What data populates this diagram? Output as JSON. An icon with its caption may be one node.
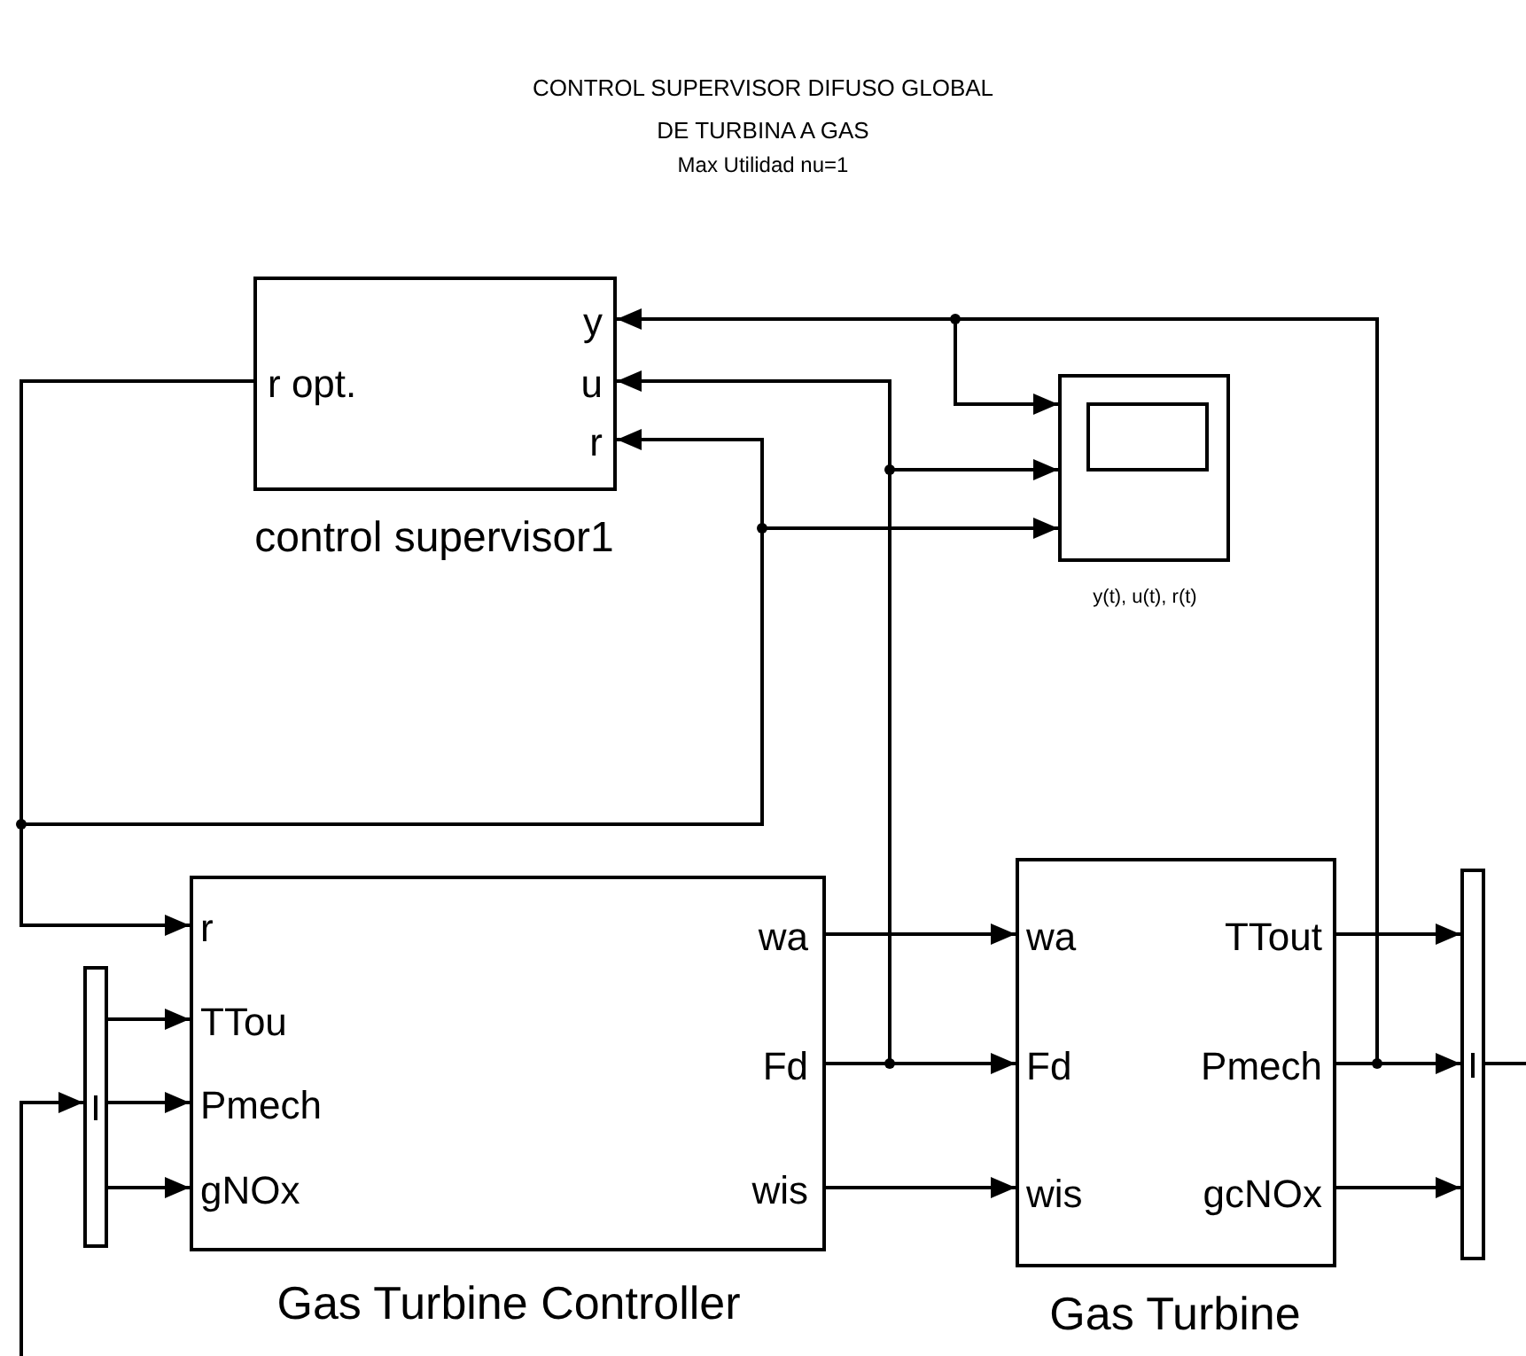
{
  "diagram": {
    "title": "CONTROL SUPERVISOR DIFUSO GLOBAL DE TURBINA A GAS",
    "nodes": [
      {
        "text": [
          "y",
          "u",
          "r",
          "r opt."
        ],
        "beside": [
          "control supervisor1"
        ]
      },
      {
        "text": [],
        "shape": "box",
        "beside": [
          "y(t), u(t), r(t)"
        ]
      },
      {
        "text": [],
        "shape": "bar"
      },
      {
        "text": [
          "r",
          "TTou",
          "Pmech",
          "gNOx",
          "wa",
          "Fd",
          "wis"
        ],
        "beside": [
          "Gas Turbine  Controller"
        ]
      },
      {
        "text": [
          "wa",
          "TTout",
          "Fd",
          "Pmech",
          "wis",
          "gcNOx"
        ],
        "beside": [
          "Gas Turbine"
        ]
      },
      {
        "text": [],
        "shape": "bar"
      }
    ],
    "edges": [
      {
        "from": 0,
        "to": 3,
        "arrow": "to"
      },
      {
        "from": 0,
        "to": 0,
        "arrow": "to"
      },
      {
        "from": 0,
        "to": 1,
        "arrow": "to"
      },
      {
        "from": 2,
        "to": 3,
        "arrow": "to"
      },
      {
        "from": 2,
        "to": 3,
        "arrow": "to"
      },
      {
        "from": 2,
        "to": 3,
        "arrow": "to"
      },
      {
        "from": null,
        "to": 2,
        "arrow": "to"
      },
      {
        "from": 3,
        "to": 4,
        "arrow": "to"
      },
      {
        "from": 3,
        "to": 4,
        "arrow": "to"
      },
      {
        "from": 3,
        "to": 4,
        "arrow": "to"
      },
      {
        "from": 3,
        "to": 0,
        "arrow": "to"
      },
      {
        "from": 3,
        "to": 1,
        "arrow": "to"
      },
      {
        "from": 4,
        "to": 5,
        "arrow": "to"
      },
      {
        "from": 4,
        "to": 5,
        "arrow": "to"
      },
      {
        "from": 4,
        "to": 5,
        "arrow": "to"
      },
      {
        "from": 4,
        "to": 0,
        "arrow": "to"
      },
      {
        "from": 4,
        "to": 1,
        "arrow": "to"
      },
      {
        "from": 5,
        "to": null,
        "arrow": "none"
      }
    ],
    "labels": [
      "Max Utilidad nu=1"
    ]
  }
}
